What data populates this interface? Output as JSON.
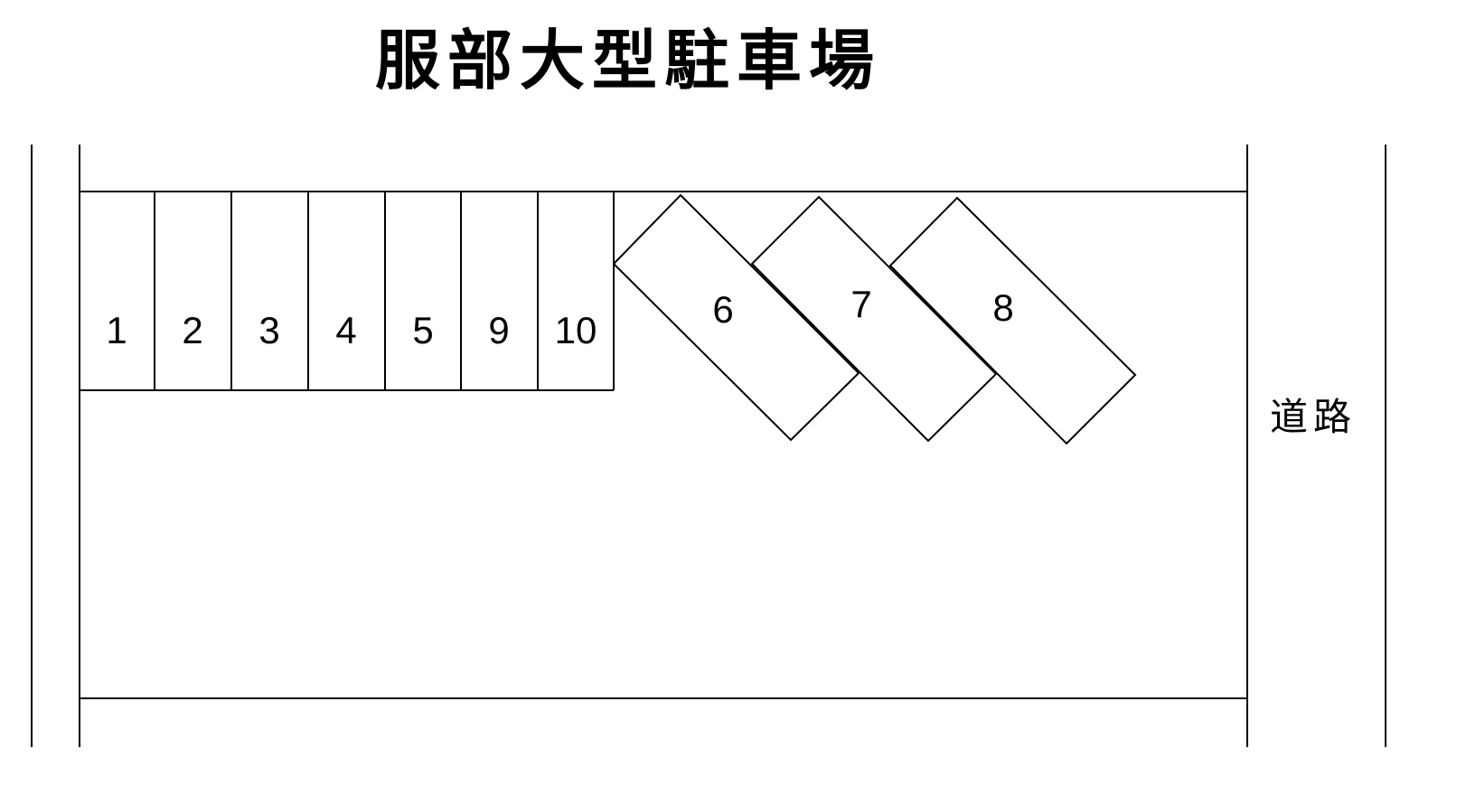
{
  "title": "服部大型駐車場",
  "road_label": "道路",
  "colors": {
    "line": "#000000",
    "background": "#ffffff"
  },
  "stalls_straight": [
    {
      "number": "1"
    },
    {
      "number": "2"
    },
    {
      "number": "3"
    },
    {
      "number": "4"
    },
    {
      "number": "5"
    },
    {
      "number": "9"
    },
    {
      "number": "10"
    }
  ],
  "stalls_angled": [
    {
      "number": "6"
    },
    {
      "number": "7"
    },
    {
      "number": "8"
    }
  ]
}
